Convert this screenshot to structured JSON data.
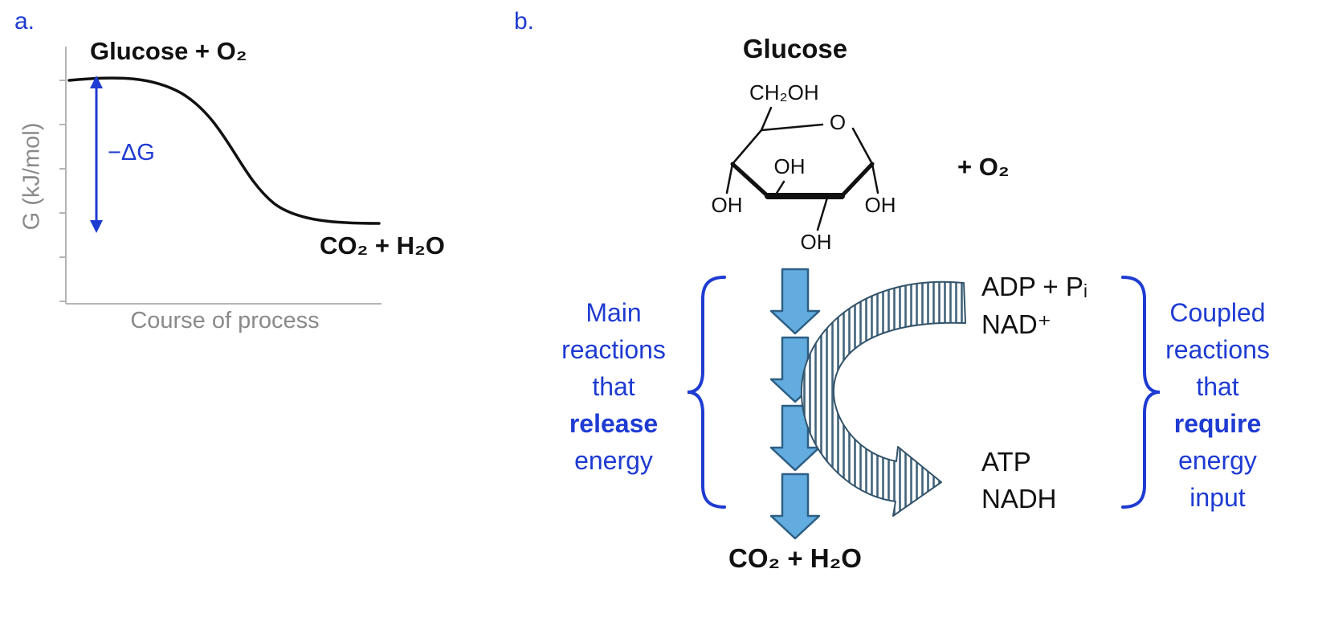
{
  "colors": {
    "accent_blue": "#1e3bd2",
    "arrow_fill": "#62acdf",
    "arrow_outline": "#2d5f84",
    "hatch_stroke": "#41647c",
    "axis_gray": "#b5b5b5",
    "label_gray": "#8a8a8a",
    "text_black": "#111111"
  },
  "panel_a": {
    "label": "a.",
    "reactants_label": "Glucose + O₂",
    "products_label": "CO₂ + H₂O",
    "delta_g_label": "−ΔG",
    "y_axis_label": "G (kJ/mol)",
    "x_axis_label": "Course of process"
  },
  "panel_b": {
    "label": "b.",
    "title": "Glucose",
    "oxygen_label": "+ O₂",
    "molecule": {
      "ch2oh": "CH₂OH",
      "ring_o": "O",
      "oh_left": "OH",
      "oh_inner": "OH",
      "oh_right": "OH",
      "oh_bottom": "OH"
    },
    "coupled_in": {
      "line1": "ADP + Pᵢ",
      "line2": "NAD⁺"
    },
    "coupled_out": {
      "line1": "ATP",
      "line2": "NADH"
    },
    "left_caption": {
      "lines": [
        "Main",
        "reactions",
        "that",
        "release",
        "energy"
      ]
    },
    "right_caption": {
      "lines": [
        "Coupled",
        "reactions",
        "that",
        "require",
        "energy",
        "input"
      ]
    },
    "products_label": "CO₂ + H₂O"
  }
}
